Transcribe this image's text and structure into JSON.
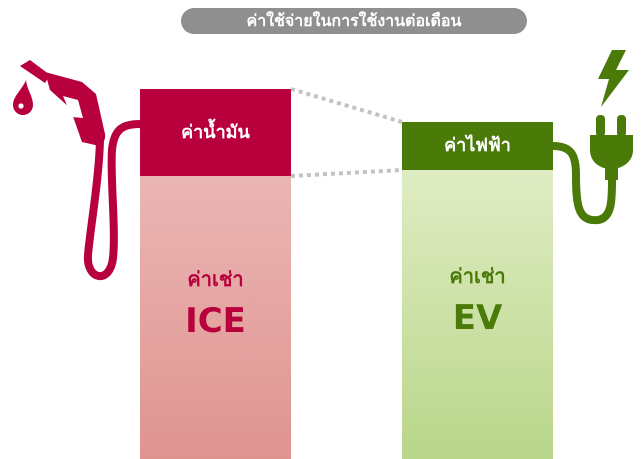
{
  "title": "ค่าใช้จ่ายในการใช้งานต่อเดือน",
  "colors": {
    "ice_accent": "#b8003c",
    "ice_body_top": "#eab6b4",
    "ice_body_bottom": "#df9490",
    "ev_accent": "#4a7a07",
    "ev_body_top": "#dfecc3",
    "ev_body_bottom": "#b9d68a",
    "title_pill": "#8f8f8f",
    "connector": "#c2c2c2"
  },
  "ice": {
    "cap_label": "ค่าน้ำมัน",
    "body_sub": "ค่าเช่า",
    "body_main": "ICE",
    "icons": [
      "fuel-pump-nozzle-icon",
      "fuel-drop-icon"
    ]
  },
  "ev": {
    "cap_label": "ค่าไฟฟ้า",
    "body_sub": "ค่าเช่า",
    "body_main": "EV",
    "icons": [
      "power-plug-icon",
      "lightning-bolt-icon"
    ]
  }
}
